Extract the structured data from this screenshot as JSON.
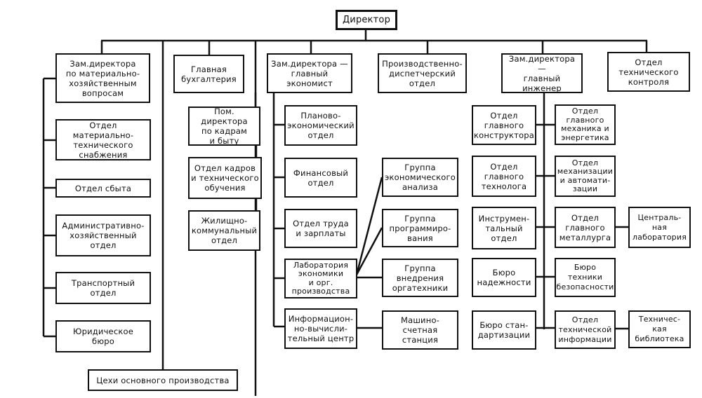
{
  "diagram": {
    "director": "Директор",
    "top_level": [
      "Зам.директора\nпо материально-\nхозяйственным\nвопросам",
      "Главная\nбухгалтерия",
      "Зам.директора —\nглавный\nэкономист",
      "Производственно-\nдиспетчерский\nотдел",
      "Зам.директора —\nглавный\nинженер",
      "Отдел\nтехнического\nконтроля"
    ],
    "material_branch": [
      "Отдел материально-\nтехнического\nснабжения",
      "Отдел сбыта",
      "Административно-\nхозяйственный\nотдел",
      "Транспортный\nотдел",
      "Юридическое\nбюро"
    ],
    "hr_branch": [
      "Пом. директора\nпо кадрам\nи быту",
      "Отдел кадров\nи технического\nобучения",
      "Жилищно-\nкоммунальный\nотдел"
    ],
    "production_shops": "Цехи основного производства",
    "economist_branch": [
      "Планово-\nэкономический\nотдел",
      "Финансовый\nотдел",
      "Отдел труда\nи зарплаты",
      "Лаборатория\nэкономики\nи орг.\nпроизводства",
      "Информацион-\nно-вычисли-\nтельный центр"
    ],
    "economist_groups": [
      "Группа\nэкономического\nанализа",
      "Группа\nпрограммиро-\nвания",
      "Группа\nвнедрения\nоргатехники",
      "Машино-\nсчетная\nстанция"
    ],
    "engineer_left": [
      "Отдел\nглавного\nконструктора",
      "Отдел\nглавного\nтехнолога",
      "Инструмен-\nтальный\nотдел",
      "Бюро\nнадежности",
      "Бюро стан-\nдартизации"
    ],
    "engineer_right": [
      "Отдел\nглавного\nмеханика и\nэнергетика",
      "Отдел\nмеханизации\nи автомати-\nзации",
      "Отдел\nглавного\nметаллурга",
      "Бюро\nтехники\nбезопасности",
      "Отдел\nтехнической\nинформации"
    ],
    "engineer_far_right": [
      "Централь-\nная\nлаборатория",
      "Техничес-\nкая\nбиблиотека"
    ]
  }
}
